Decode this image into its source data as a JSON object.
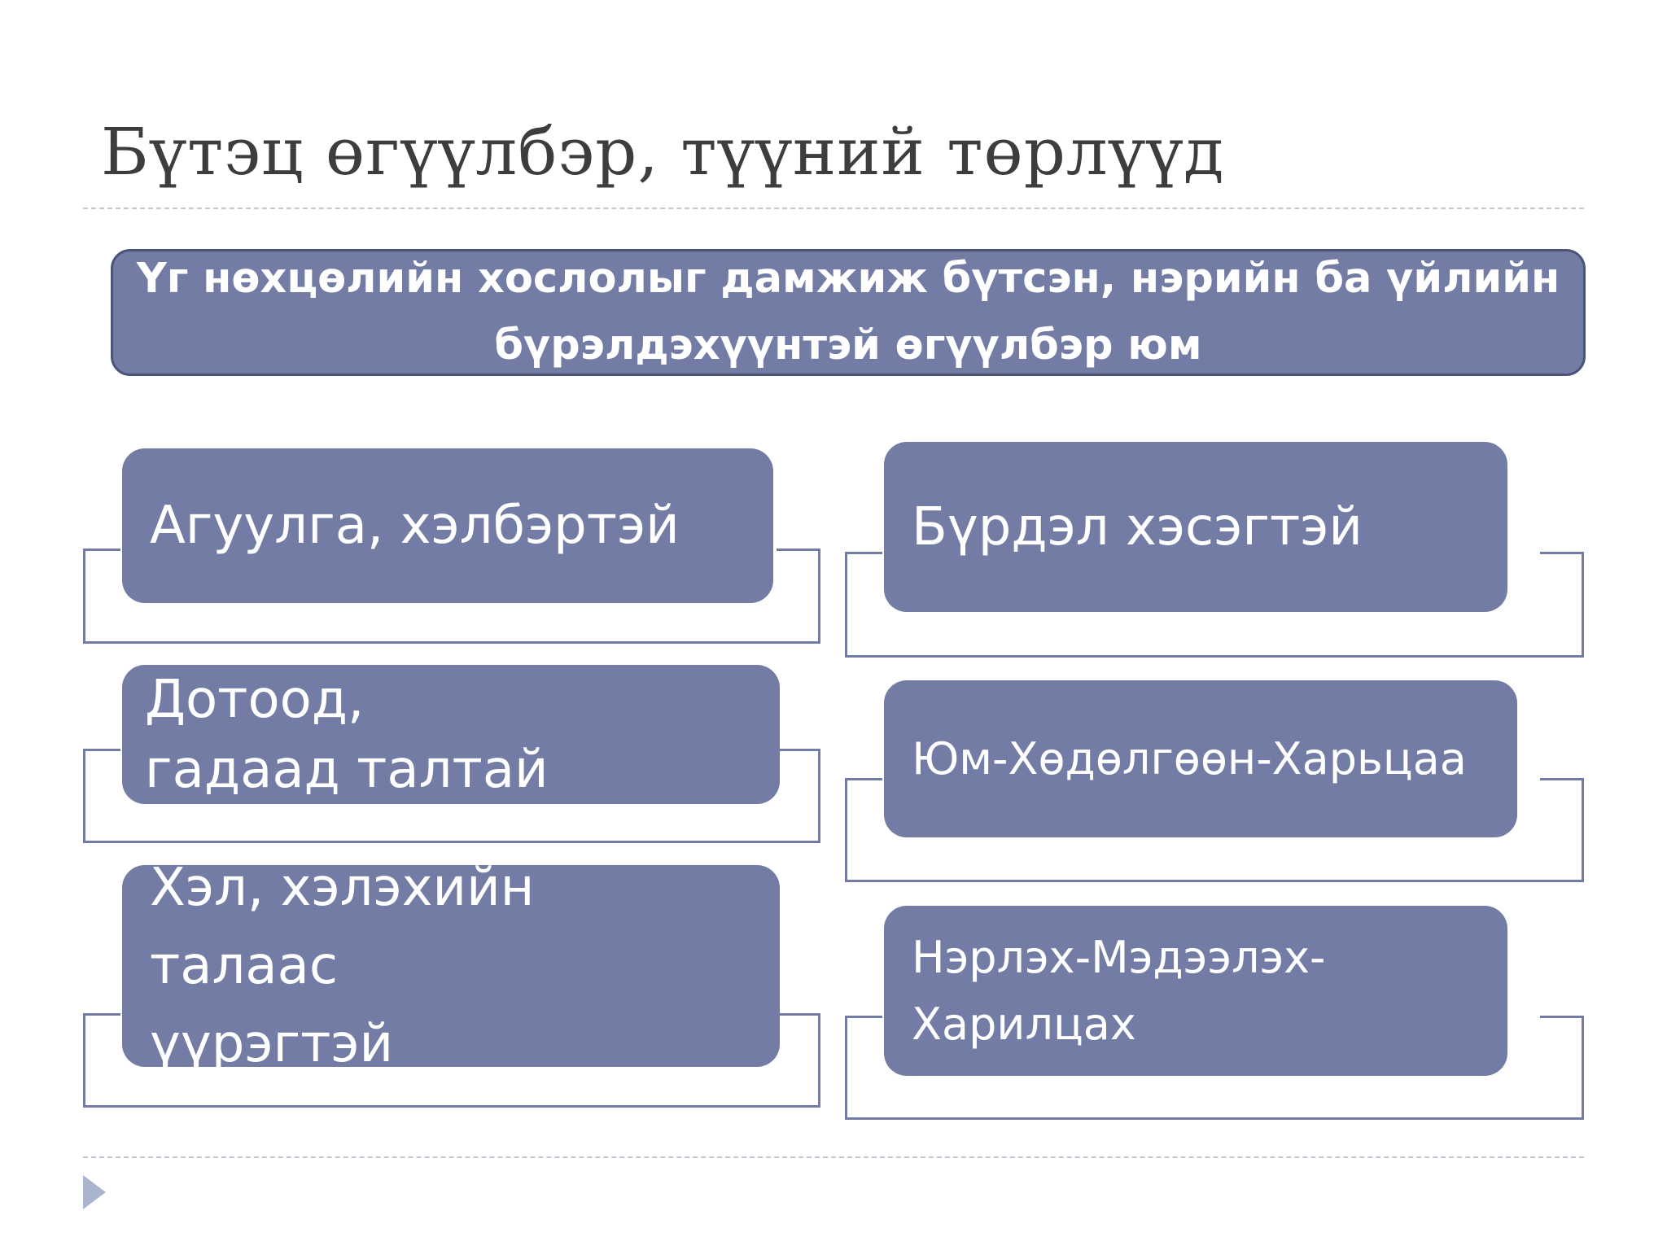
{
  "slide": {
    "title": "Бүтэц өгүүлбэр, түүний төрлүүд",
    "banner": "Үг нөхцөлийн хослолыг дамжиж бүтсэн, нэрийн ба үйлийн бүрэлдэхүүнтэй өгүүлбэр юм"
  },
  "left_column": [
    {
      "label": "Агуулга, хэлбэртэй"
    },
    {
      "label": "Дотоод, гадаад талтай"
    },
    {
      "label": "Хэл, хэлэхийн талаас үүрэгтэй"
    }
  ],
  "right_column": [
    {
      "label": "Бүрдэл хэсэгтэй"
    },
    {
      "label": "Юм-Хөдөлгөөн-Харьцаа"
    },
    {
      "label": "Нэрлэх-Мэдээлэх-Харилцах"
    }
  ],
  "colors": {
    "box_fill": "#737ca4",
    "box_border": "#4b5478",
    "title_text": "#3d3d3d",
    "divider": "#c3c7d2",
    "bullet_arrow": "#a9b4cf"
  },
  "icons": {
    "bullet": "right-triangle-icon"
  }
}
